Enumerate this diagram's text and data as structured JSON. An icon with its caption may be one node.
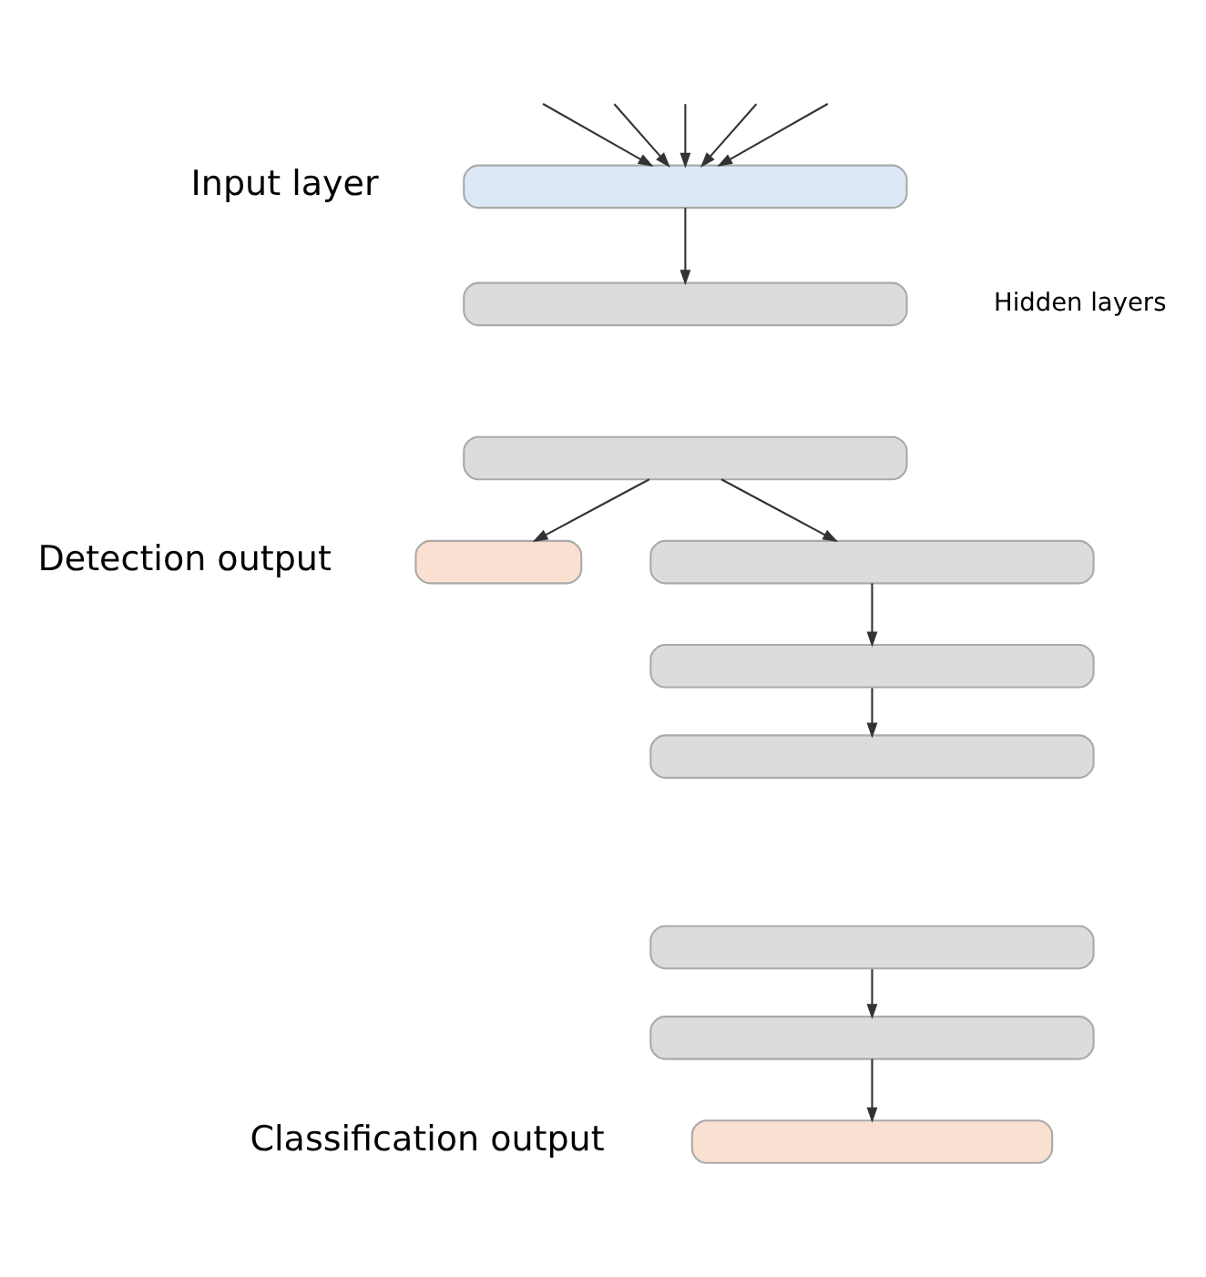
{
  "diagram": {
    "nodes": [
      {
        "text": [],
        "shape": "bar",
        "beside": [
          "Input layer"
        ]
      },
      {
        "text": [],
        "shape": "bar"
      },
      {
        "text": [],
        "shape": "bar"
      },
      {
        "text": [],
        "shape": "bar",
        "beside": [
          "Detection output"
        ]
      },
      {
        "text": [],
        "shape": "bar"
      },
      {
        "text": [],
        "shape": "bar"
      },
      {
        "text": [],
        "shape": "bar"
      },
      {
        "text": [],
        "shape": "bar"
      },
      {
        "text": [],
        "shape": "bar"
      },
      {
        "text": [],
        "shape": "bar",
        "beside": [
          "Classification output"
        ]
      }
    ],
    "edges": [
      {
        "from": null,
        "to": 0,
        "arrow": "to"
      },
      {
        "from": null,
        "to": 0,
        "arrow": "to"
      },
      {
        "from": null,
        "to": 0,
        "arrow": "to"
      },
      {
        "from": null,
        "to": 0,
        "arrow": "to"
      },
      {
        "from": null,
        "to": 0,
        "arrow": "to"
      },
      {
        "from": 0,
        "to": 1,
        "arrow": "to"
      },
      {
        "from": 2,
        "to": 3,
        "arrow": "to"
      },
      {
        "from": 2,
        "to": 4,
        "arrow": "to"
      },
      {
        "from": 4,
        "to": 5,
        "arrow": "to"
      },
      {
        "from": 5,
        "to": 6,
        "arrow": "to"
      },
      {
        "from": 7,
        "to": 8,
        "arrow": "to"
      },
      {
        "from": 8,
        "to": 9,
        "arrow": "to"
      }
    ],
    "labels": [
      "Hidden layers"
    ]
  }
}
